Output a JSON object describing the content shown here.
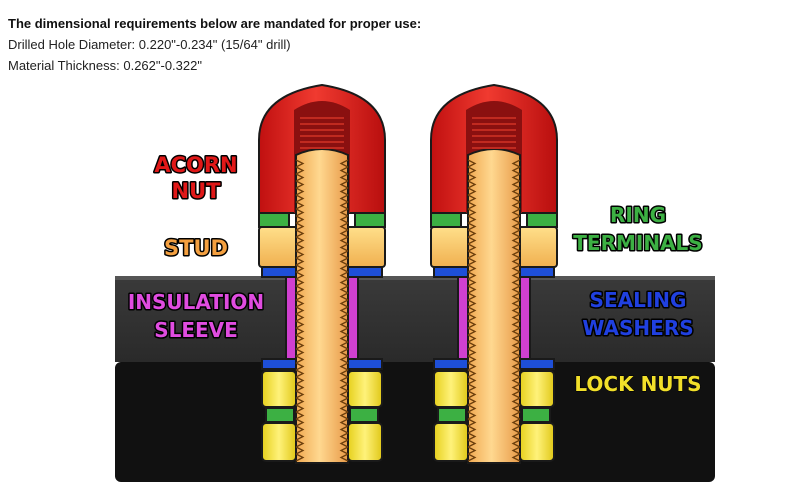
{
  "spec": {
    "heading": "The dimensional requirements below are mandated for proper use:",
    "lines": [
      "Drilled Hole Diameter: 0.220\"-0.234\" (15/64\" drill)",
      "Material Thickness: 0.262\"-0.322\""
    ]
  },
  "labels": {
    "acorn_nut": [
      "ACORN",
      "NUT"
    ],
    "stud": "STUD",
    "insulation_sleeve": [
      "INSULATION",
      "SLEEVE"
    ],
    "ring_terminals": [
      "RING",
      "TERMINALS"
    ],
    "sealing_washers": [
      "SEALING",
      "WASHERS"
    ],
    "lock_nuts": "LOCK NUTS"
  },
  "colors": {
    "acorn_nut": "#e01818",
    "stud": "#f4b860",
    "ring_terminal": "#3cb043",
    "insulation_sleeve": "#d040d0",
    "sealing_washer": "#1e4fd8",
    "lock_nut": "#f2e02a",
    "panel": "#333333"
  }
}
